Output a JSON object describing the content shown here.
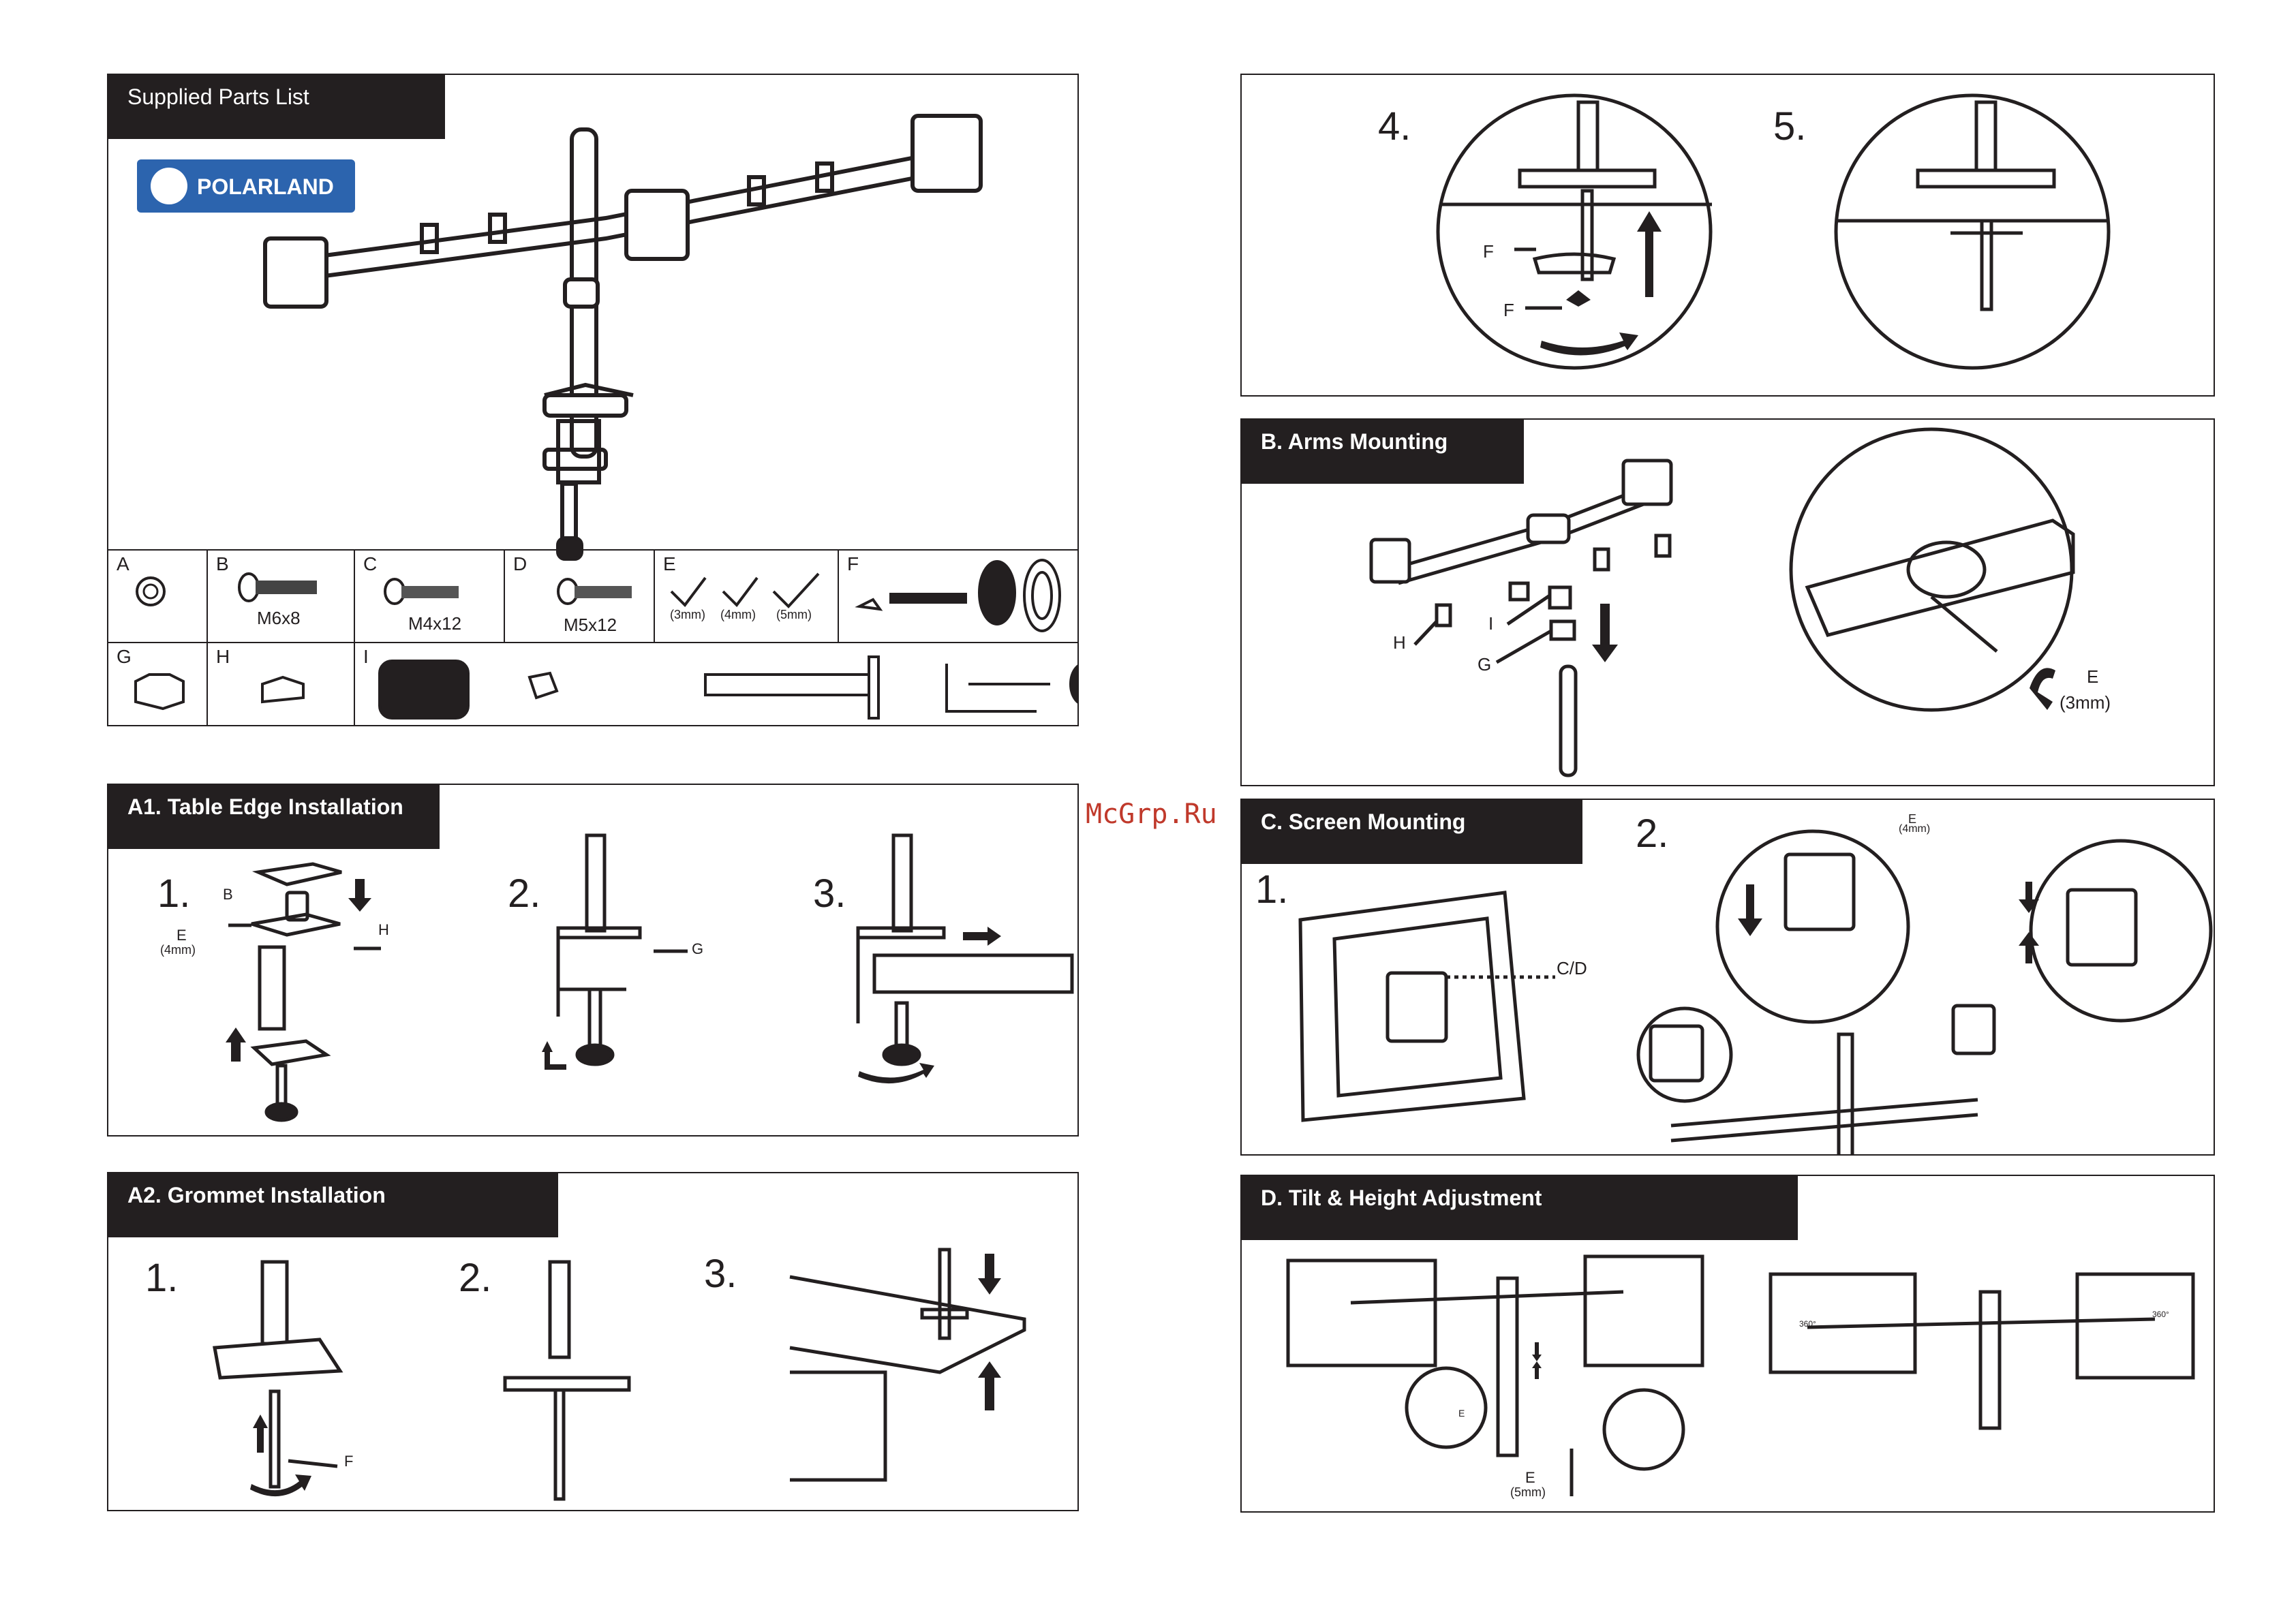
{
  "watermark": "McGrp.Ru",
  "parts": {
    "title": "Supplied Parts List",
    "logo": "POLARLAND",
    "cells": [
      {
        "key": "A",
        "label": ""
      },
      {
        "key": "B",
        "label": "M6x8"
      },
      {
        "key": "C",
        "label": "M4x12"
      },
      {
        "key": "D",
        "label": "M5x12"
      },
      {
        "key": "E",
        "label": "",
        "wrenches": [
          "(3mm)",
          "(4mm)",
          "(5mm)"
        ]
      },
      {
        "key": "F",
        "label": ""
      },
      {
        "key": "G",
        "label": ""
      },
      {
        "key": "H",
        "label": ""
      },
      {
        "key": "I",
        "label": ""
      }
    ]
  },
  "a1": {
    "title": "A1. Table Edge Installation",
    "steps": [
      "1.",
      "2.",
      "3."
    ],
    "callouts": {
      "b": "B",
      "e": "E",
      "e_size": "(4mm)",
      "h": "H",
      "g": "G"
    }
  },
  "a2": {
    "title": "A2. Grommet Installation",
    "steps": [
      "1.",
      "2.",
      "3."
    ],
    "callouts": {
      "f": "F"
    }
  },
  "a_cont": {
    "steps": [
      "4.",
      "5."
    ],
    "callouts": {
      "f1": "F",
      "f2": "F"
    }
  },
  "b": {
    "title": "B. Arms Mounting",
    "callouts": {
      "h": "H",
      "i": "I",
      "g": "G",
      "e": "E",
      "e_size": "(3mm)"
    }
  },
  "c": {
    "title": "C. Screen Mounting",
    "steps": [
      "1.",
      "2."
    ],
    "callouts": {
      "cd": "C/D",
      "e": "E",
      "e_size": "(4mm)"
    }
  },
  "d": {
    "title": "D. Tilt & Height Adjustment",
    "callouts": {
      "e": "E",
      "e_size": "(5mm)",
      "e_small": "E",
      "rot1": "360°",
      "rot2": "360°"
    }
  }
}
